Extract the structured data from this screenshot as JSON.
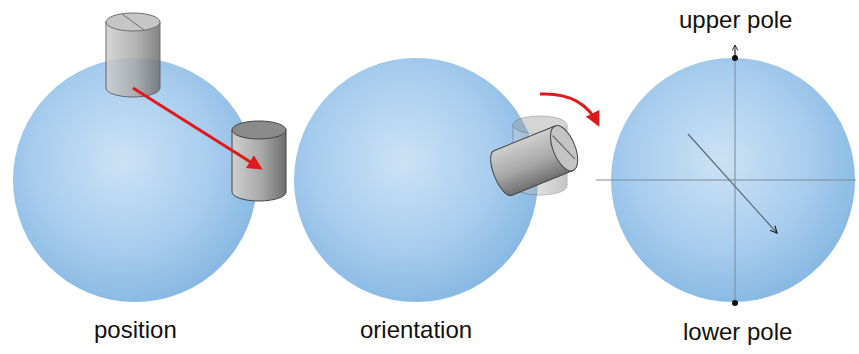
{
  "diagram": {
    "labels": [
      "upper pole",
      "position",
      "orientation",
      "lower pole"
    ]
  }
}
